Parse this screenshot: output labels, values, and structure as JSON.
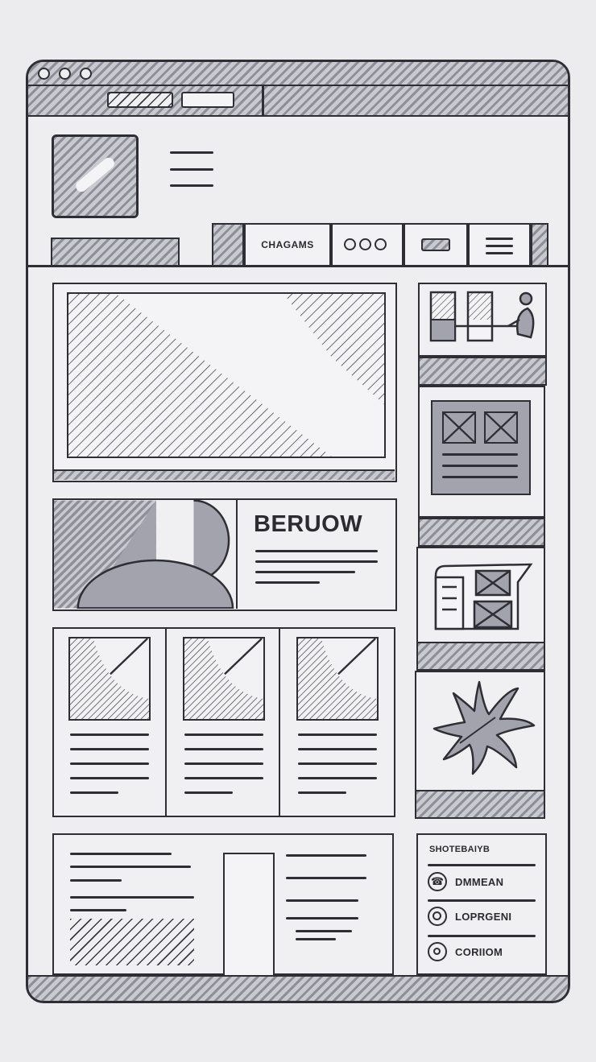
{
  "nav": {
    "tab_label": "CHAGAMS"
  },
  "feature": {
    "heading": "BERUOW"
  },
  "sidebar_list": {
    "title": "SHOTEBAIYB",
    "items": [
      {
        "label": "DMMEAN",
        "icon": "phone-icon"
      },
      {
        "label": "LOPRGENI",
        "icon": "circle-icon"
      },
      {
        "label": "CORIIOM",
        "icon": "target-icon"
      }
    ]
  },
  "colors": {
    "ink": "#2e2e34",
    "fill_gray": "#a3a3ad",
    "background": "#ececee"
  }
}
